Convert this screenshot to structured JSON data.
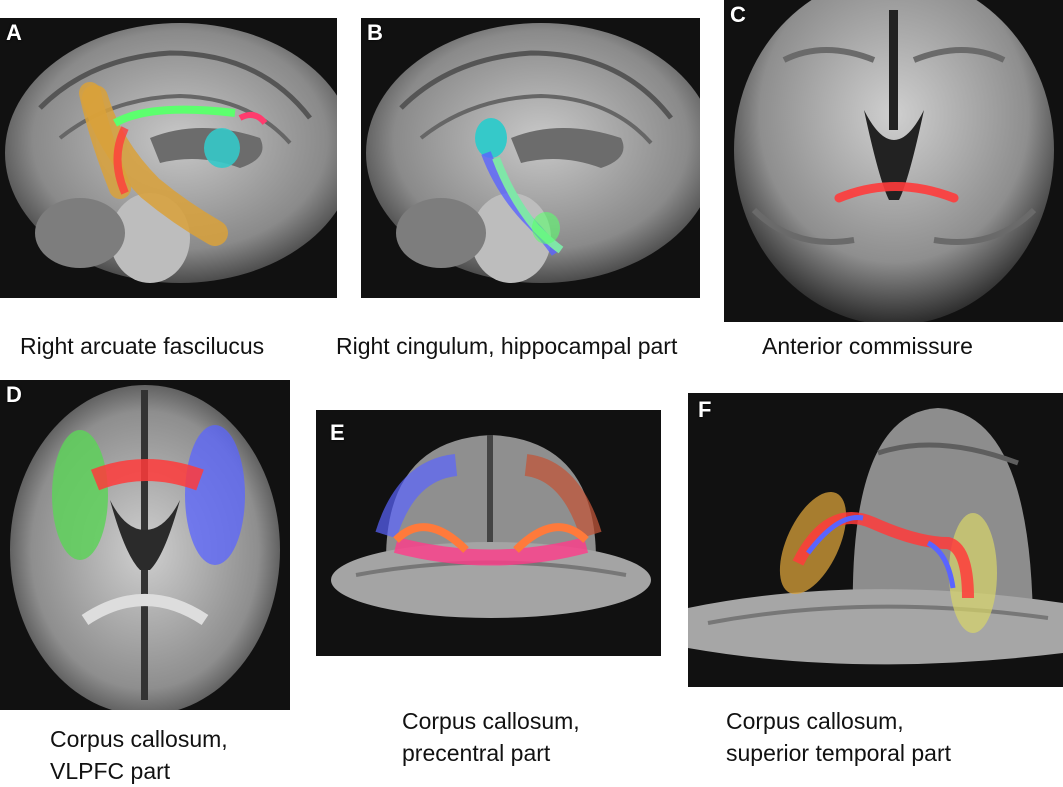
{
  "panels": [
    {
      "letter": "A",
      "caption": "Right arcuate fascilucus"
    },
    {
      "letter": "B",
      "caption": "Right cingulum, hippocampal part"
    },
    {
      "letter": "C",
      "caption": "Anterior commissure"
    },
    {
      "letter": "D",
      "caption_line1": "Corpus callosum,",
      "caption_line2": "VLPFC part"
    },
    {
      "letter": "E",
      "caption_line1": "Corpus callosum,",
      "caption_line2": "precentral part"
    },
    {
      "letter": "F",
      "caption_line1": "Corpus callosum,",
      "caption_line2": "superior temporal part"
    }
  ],
  "colors": {
    "background": "#ffffff",
    "brain_gray": "#9a9a9a",
    "tract_red": "#ff3b3b",
    "tract_green": "#5cff6e",
    "tract_blue": "#5a64ff",
    "roi_orange": "#d9a13a",
    "roi_cyan": "#35c9c9",
    "roi_yellow": "#d8d66a"
  }
}
